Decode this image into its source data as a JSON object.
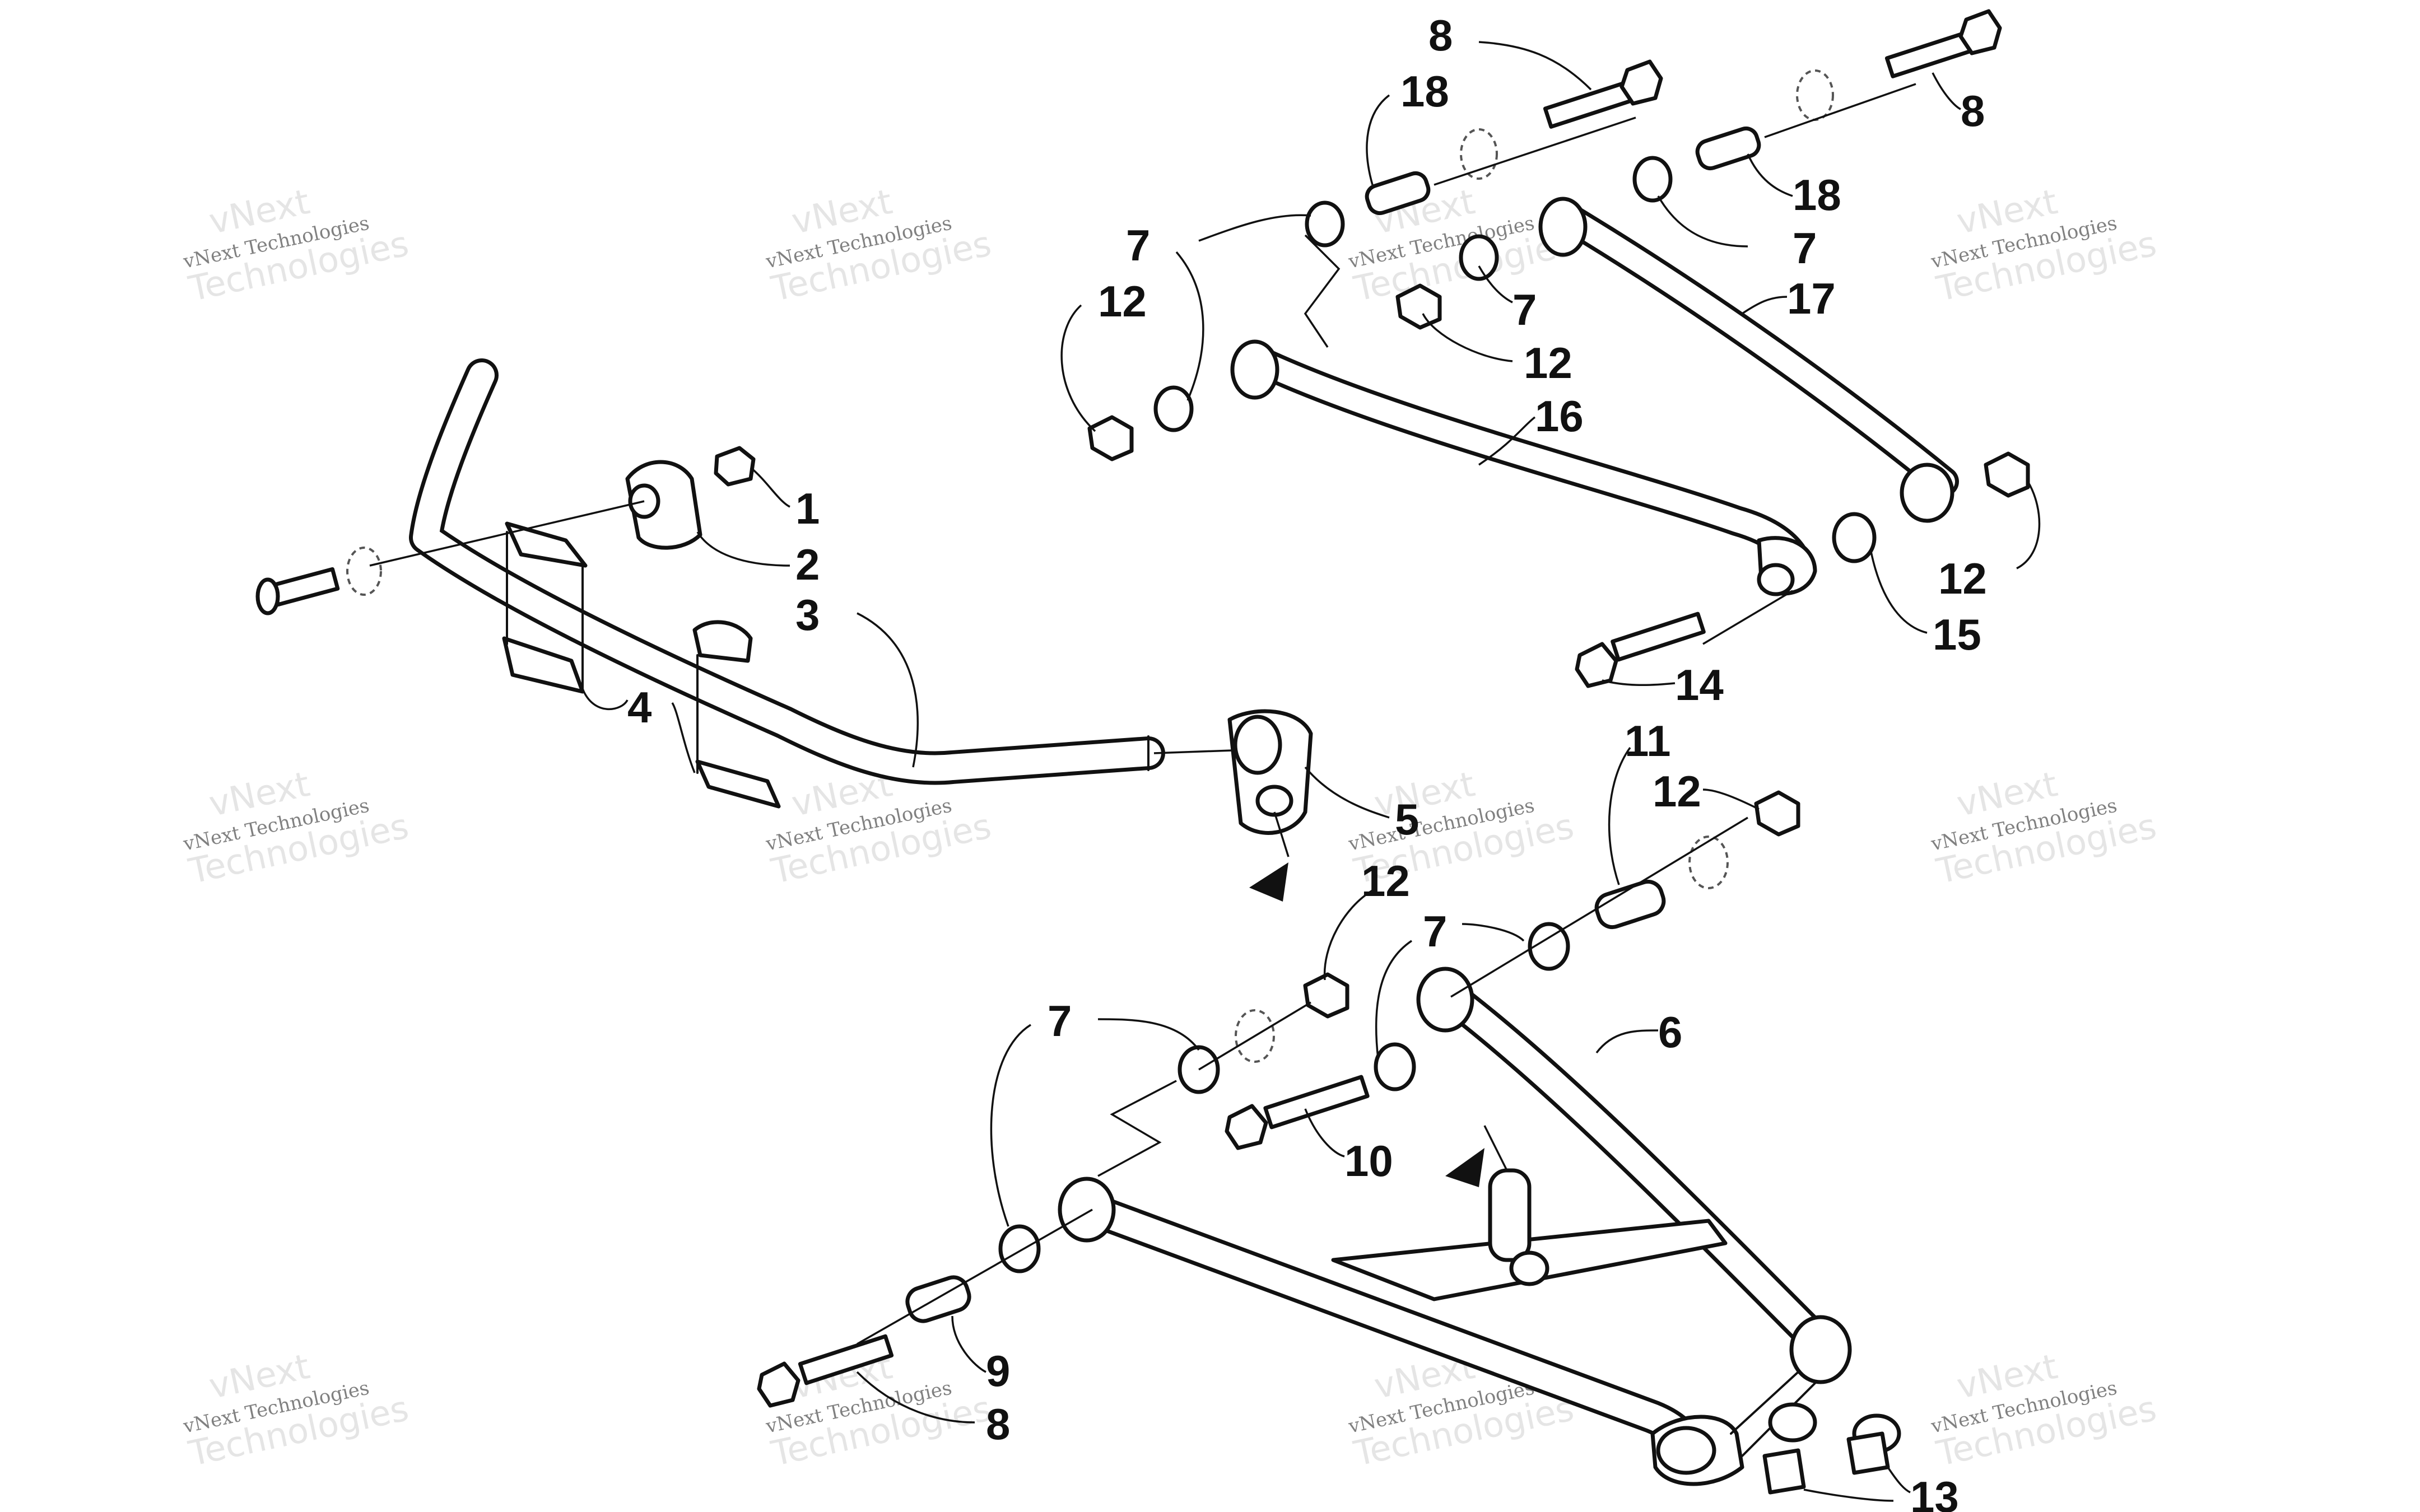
{
  "watermark": {
    "brand": "vNext",
    "line1": "vNext Technologies",
    "line2": "Technologies"
  },
  "callouts": {
    "c1": "1",
    "c2": "2",
    "c3": "3",
    "c4": "4",
    "c5": "5",
    "c6": "6",
    "c7": "7",
    "c8": "8",
    "c9": "9",
    "c10": "10",
    "c11": "11",
    "c12": "12",
    "c13": "13",
    "c14": "14",
    "c15": "15",
    "c16": "16",
    "c17": "17",
    "c18": "18"
  },
  "icons": [
    "direction-arrow-icon"
  ]
}
